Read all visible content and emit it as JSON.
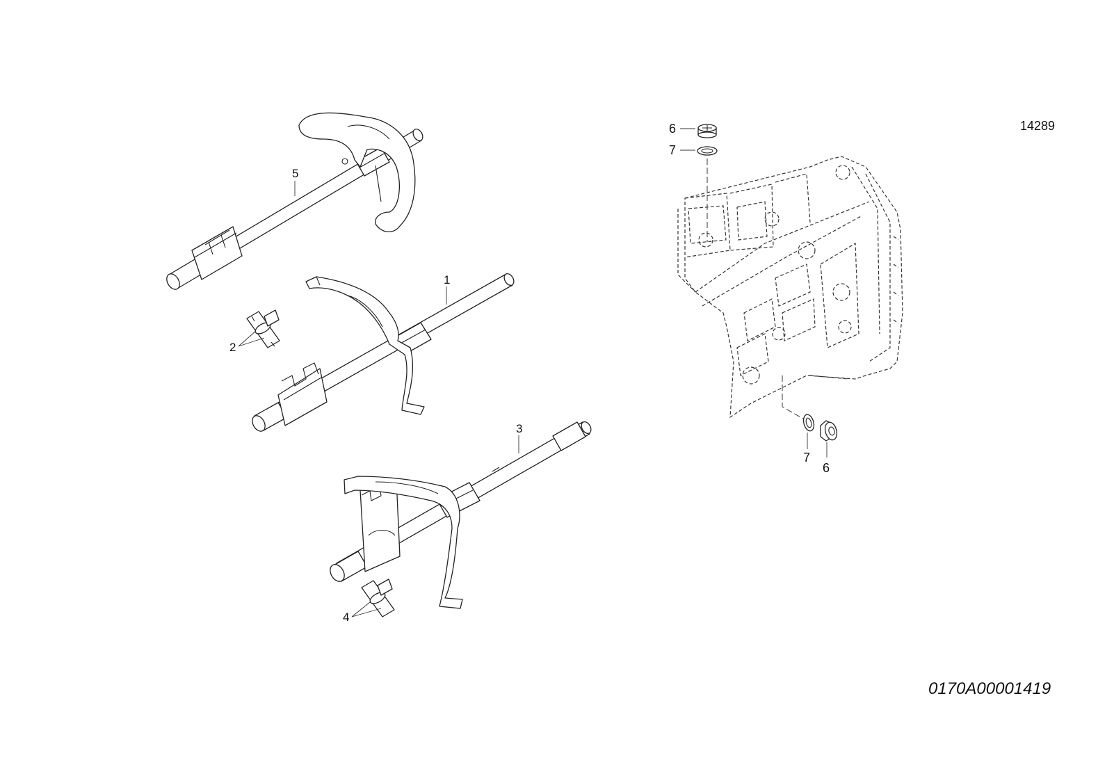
{
  "drawing": {
    "reference_number": "14289",
    "drawing_code": "0170A00001419"
  },
  "callouts": {
    "rail_5": "5",
    "rail_1": "1",
    "pins_2": "2",
    "rail_3": "3",
    "pins_4": "4",
    "plug_top": "6",
    "washer_top": "7",
    "washer_side": "7",
    "plug_side": "6"
  }
}
